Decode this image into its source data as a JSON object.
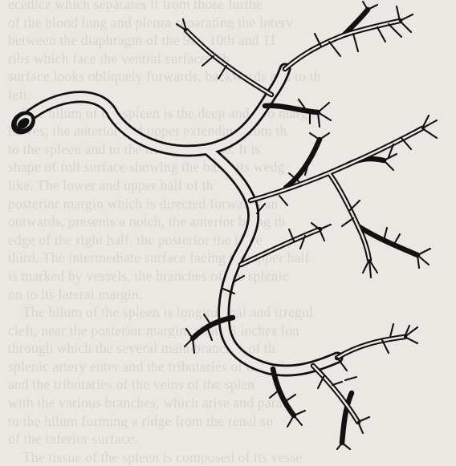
{
  "page": {
    "background": "#ebe8e4",
    "ink": "#111111",
    "bleed_color": "#c9c5c0"
  },
  "figure": {
    "subject": "branching vessel illustration",
    "open_end_label": ""
  },
  "show_through_text": [
    "ecedicz which separates it from those furthe",
    "of the blood lung and pleura separating the interv",
    "between the diaphragm of the 9th, 10th and 11",
    "ribs which face the ventral surface. Th",
    "surface looks obliquely forwards, backwards and to th",
    "left.",
    "The hilum of the spleen is the deep and two margin",
    "halves; the anterior and upper extending from th",
    "to the spleen and to the triangular base. It is",
    "shape of full surface showing the base, its wedg",
    "like. The lower and upper half of th",
    "posterior margin which is directed forwards an",
    "outwards, presents a notch, the anterior being th",
    "edge of the right half, the posterior the lowe",
    "third. The intermediate surface facing the upper half",
    "is marked by vessels, the branches of the splenic",
    "on to its lateral margin.",
    "The hilum of the spleen is longitudinal and irregul",
    "cleft, near the posterior margin, about 3 inches lon",
    "through which the several main branches of th",
    "splenic artery enter and the tributaries of the splen",
    "and the tributaries of the veins of the splen",
    "with the various branches, which arise and parall",
    "to the hilum forming a ridge from the renal su",
    "of the inferior surface.",
    "The tissue of the spleen is composed of its vesse"
  ]
}
